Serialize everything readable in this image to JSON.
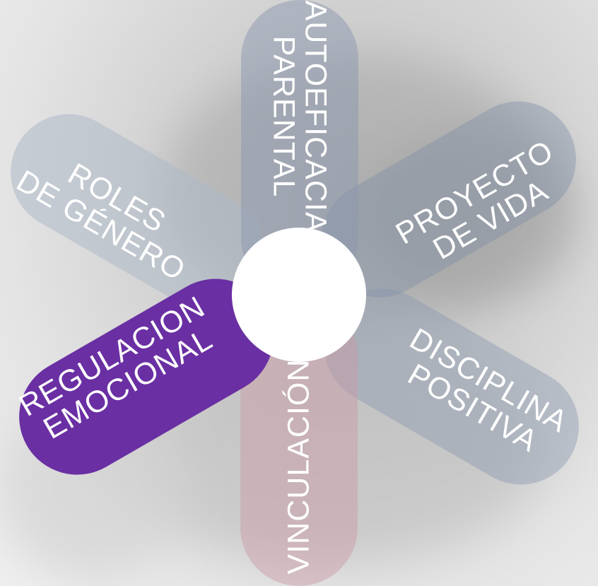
{
  "diagram": {
    "petals": {
      "autoeficacia": {
        "lines": [
          "AUTOEFICACIA",
          "PARENTAL"
        ],
        "color": "#8a96ae"
      },
      "proyecto": {
        "lines": [
          "PROYECTO",
          "DE VIDA"
        ],
        "color": "#7f8ea8"
      },
      "disciplina": {
        "lines": [
          "DISCIPLINA",
          "POSITIVA"
        ],
        "color": "#8896ae"
      },
      "vinculacion": {
        "lines": [
          "VINCULACIÓN"
        ],
        "color": "#c99aa5"
      },
      "regulacion": {
        "lines": [
          "REGULACION",
          "EMOCIONAL"
        ],
        "color": "#6a2fa3"
      },
      "roles": {
        "lines": [
          "ROLES",
          "DE GÉNERO"
        ],
        "color": "#aebac8"
      }
    },
    "hub_color": "#ffffff"
  }
}
